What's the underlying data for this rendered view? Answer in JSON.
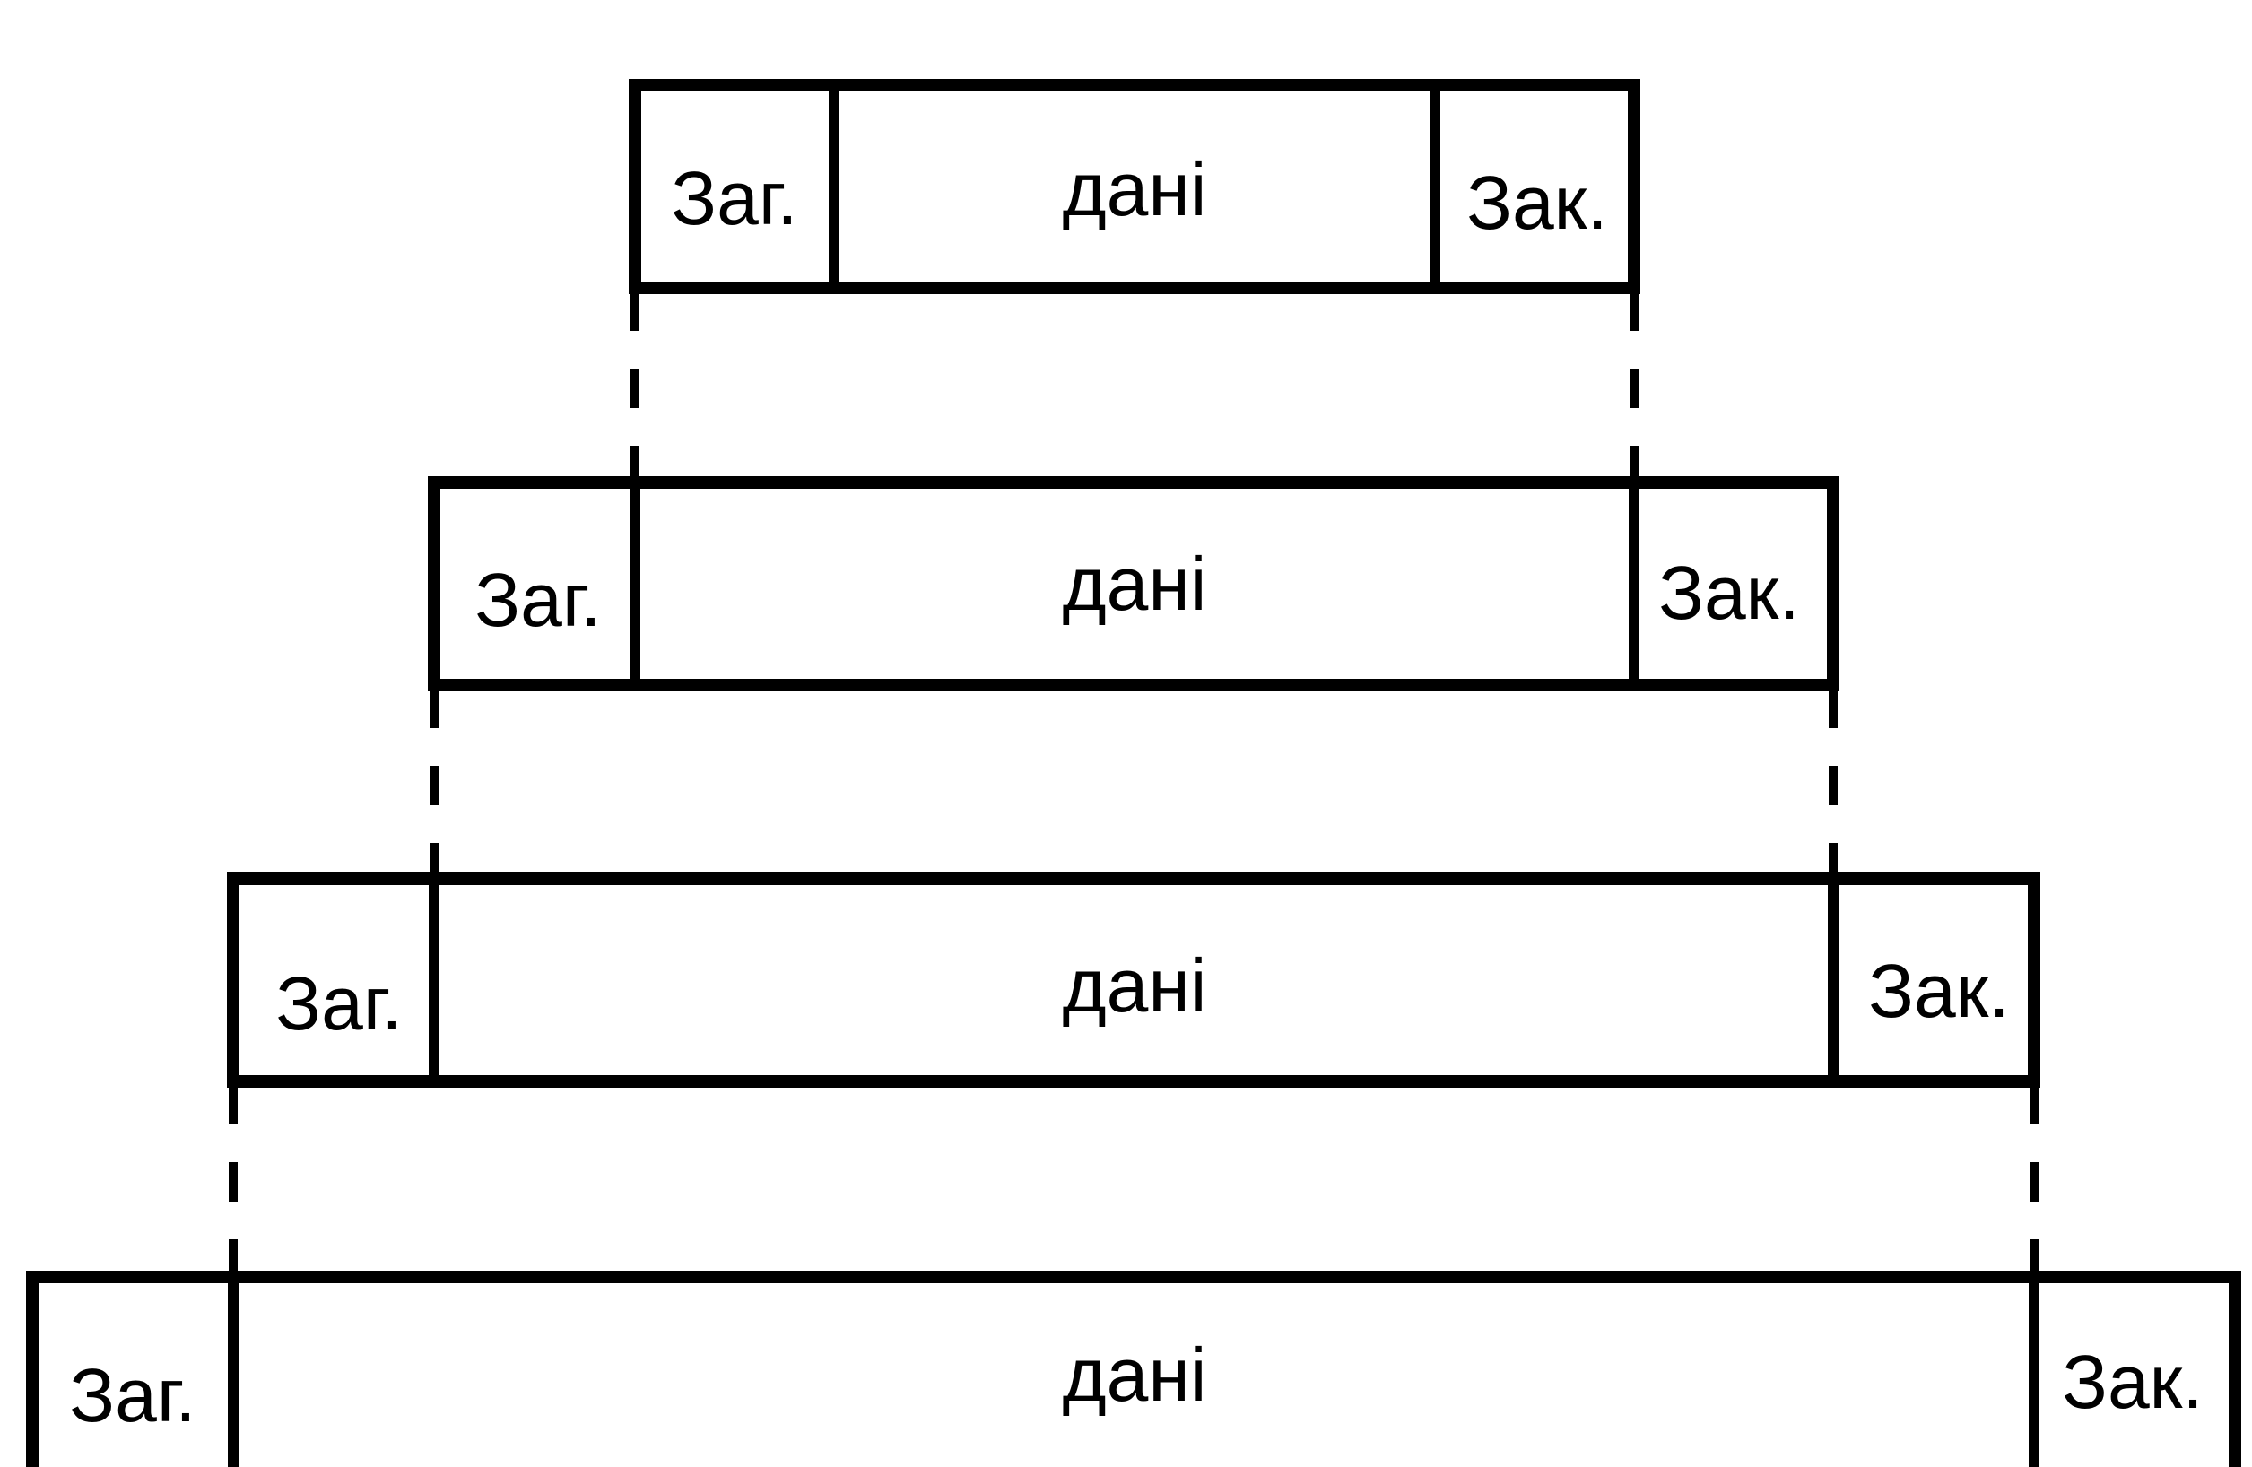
{
  "frames": [
    {
      "header": "Заг.",
      "data": "дані",
      "trailer": "Зак."
    },
    {
      "header": "Заг.",
      "data": "дані",
      "trailer": "Зак."
    },
    {
      "header": "Заг.",
      "data": "дані",
      "trailer": "Зак."
    },
    {
      "header": "Заг.",
      "data": "дані",
      "trailer": "Зак."
    }
  ],
  "colors": {
    "line": "#000000",
    "background": "#ffffff"
  }
}
